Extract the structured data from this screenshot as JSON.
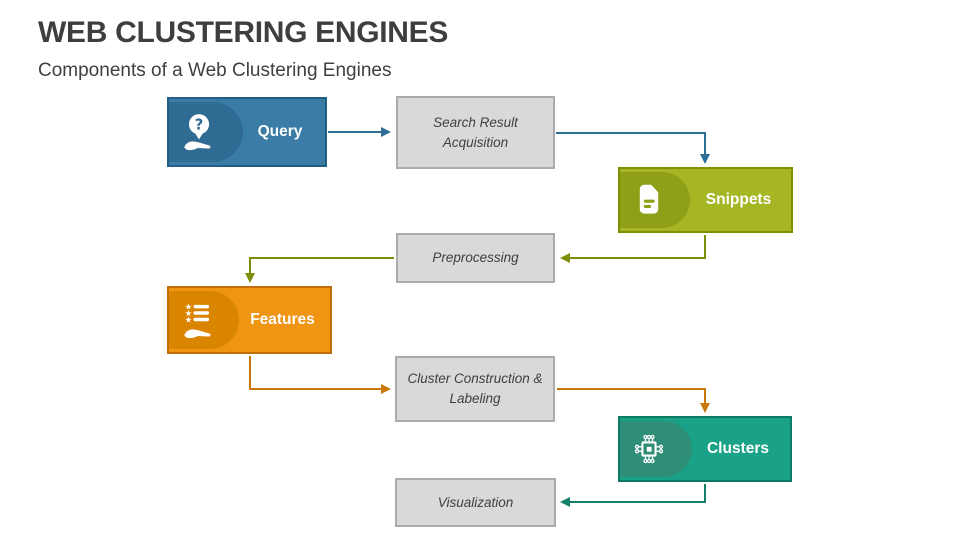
{
  "header": {
    "title": "WEB CLUSTERING ENGINES",
    "subtitle": "Components of a Web Clustering Engines"
  },
  "nodes": {
    "query": {
      "label": "Query",
      "icon": "question-pin-hand-icon",
      "fill": "#3A7CA6",
      "border": "#235E84",
      "badge": "#2F6B92"
    },
    "search_result_acquisition": {
      "label": "Search Result Acquisition"
    },
    "snippets": {
      "label": "Snippets",
      "icon": "document-snippet-icon",
      "fill": "#A5B523",
      "border": "#7E8E08",
      "badge": "#8F9F18"
    },
    "preprocessing": {
      "label": "Preprocessing"
    },
    "features": {
      "label": "Features",
      "icon": "starred-list-hand-icon",
      "fill": "#F09414",
      "border": "#C06F06",
      "badge": "#D98500"
    },
    "cluster_construction": {
      "label": "Cluster Construction & Labeling"
    },
    "clusters": {
      "label": "Clusters",
      "icon": "chip-network-icon",
      "fill": "#19A287",
      "border": "#0D7A63",
      "badge": "#2E8E77"
    },
    "visualization": {
      "label": "Visualization"
    }
  },
  "connectors": [
    {
      "from": "query",
      "to": "search_result_acquisition",
      "color": "#2E6E96"
    },
    {
      "from": "search_result_acquisition",
      "to": "snippets",
      "color": "#2E6E96"
    },
    {
      "from": "snippets",
      "to": "preprocessing",
      "color": "#7E8E06"
    },
    {
      "from": "preprocessing",
      "to": "features",
      "color": "#7E8E06"
    },
    {
      "from": "features",
      "to": "cluster_construction",
      "color": "#C8790A"
    },
    {
      "from": "cluster_construction",
      "to": "clusters",
      "color": "#C8790A"
    },
    {
      "from": "clusters",
      "to": "visualization",
      "color": "#13816A"
    }
  ],
  "colors": {
    "process_fill": "#D9D9D9",
    "process_border": "#ABABAB",
    "text_dark": "#404040",
    "title_color": "#3E3E41",
    "background": "#FFFFFF"
  }
}
